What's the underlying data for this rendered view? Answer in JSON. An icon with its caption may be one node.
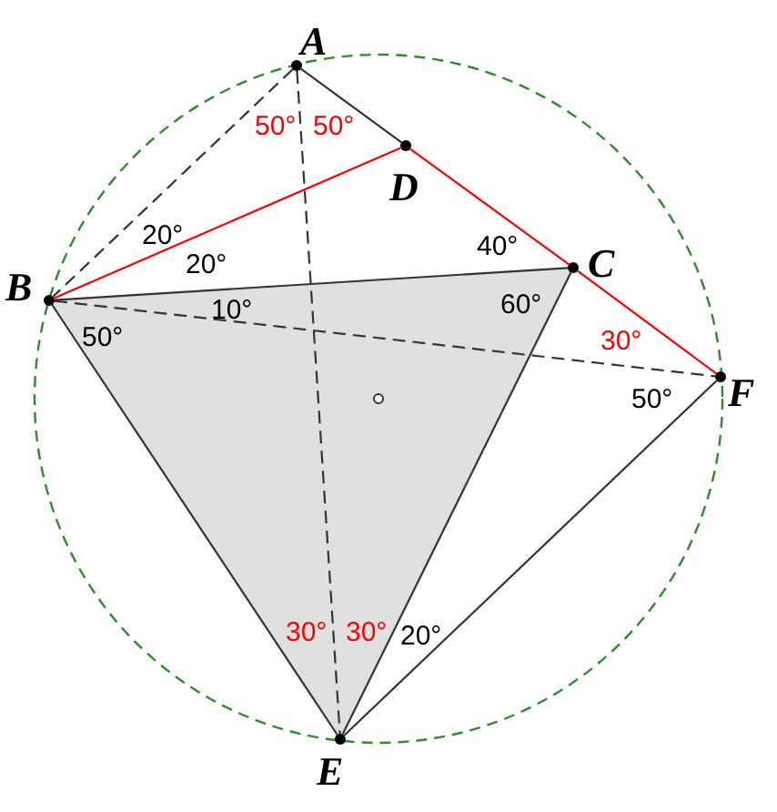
{
  "diagram": {
    "nodes": [
      {
        "text": [
          "A"
        ]
      },
      {
        "text": [
          "D"
        ]
      },
      {
        "text": [
          "C"
        ]
      },
      {
        "text": [
          "B"
        ]
      },
      {
        "text": [
          "F"
        ]
      },
      {
        "text": [
          "E"
        ]
      }
    ],
    "edges": [
      {
        "from": 0,
        "to": 1,
        "arrow": "none"
      },
      {
        "from": 1,
        "to": 2,
        "arrow": "none",
        "color": "#ff0000"
      },
      {
        "from": 2,
        "to": 4,
        "arrow": "none",
        "color": "#ff0000"
      },
      {
        "from": 3,
        "to": 1,
        "arrow": "none",
        "color": "#ff0000"
      },
      {
        "from": 0,
        "to": 3,
        "arrow": "none",
        "style": "dashed"
      },
      {
        "from": 0,
        "to": 5,
        "arrow": "none",
        "style": "dashed"
      },
      {
        "from": 3,
        "to": 2,
        "arrow": "none"
      },
      {
        "from": 2,
        "to": 5,
        "arrow": "none"
      },
      {
        "from": 3,
        "to": 5,
        "arrow": "none"
      },
      {
        "from": 3,
        "to": 4,
        "arrow": "none",
        "style": "dashed"
      },
      {
        "from": 5,
        "to": 4,
        "arrow": "none"
      }
    ],
    "labels": [
      "50°",
      "50°",
      "20°",
      "40°",
      "20°",
      "10°",
      "60°",
      "50°",
      "30°",
      "50°",
      "30°",
      "30°",
      "20°"
    ]
  }
}
